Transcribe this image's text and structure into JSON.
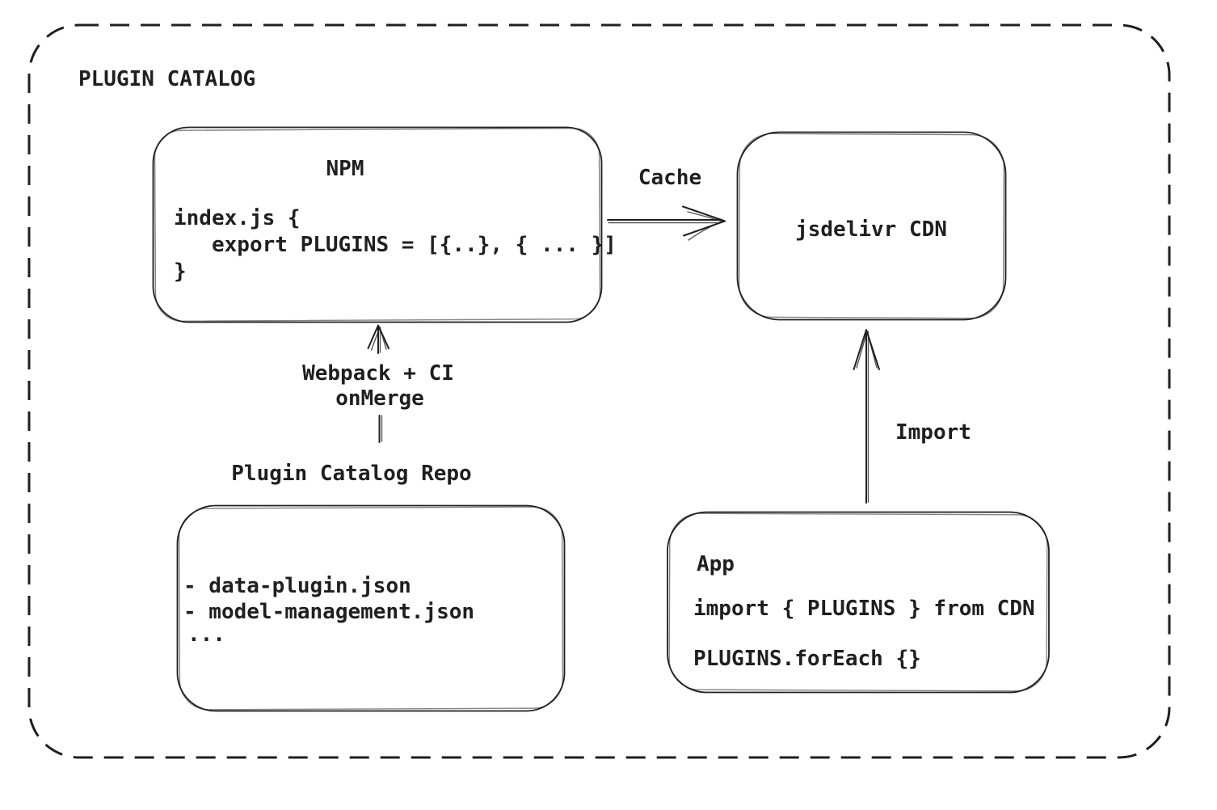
{
  "colors": {
    "stroke": "#1f1f1f",
    "background": "#ffffff"
  },
  "frame": {
    "title": "PLUGIN CATALOG"
  },
  "nodes": {
    "npm": {
      "title": "NPM",
      "code": [
        "index.js {",
        "export PLUGINS = [{..}, { ... }]",
        "}"
      ]
    },
    "cdn": {
      "label": "jsdelivr CDN"
    },
    "repo": {
      "label": "Plugin Catalog Repo",
      "files": [
        "- data-plugin.json",
        "- model-management.json",
        "..."
      ]
    },
    "app": {
      "title": "App",
      "code": [
        "import { PLUGINS } from CDN",
        "PLUGINS.forEach {}"
      ]
    }
  },
  "edges": {
    "cache": {
      "label": "Cache"
    },
    "build": {
      "label_lines": [
        "Webpack + CI",
        "onMerge"
      ]
    },
    "import": {
      "label": "Import"
    }
  }
}
